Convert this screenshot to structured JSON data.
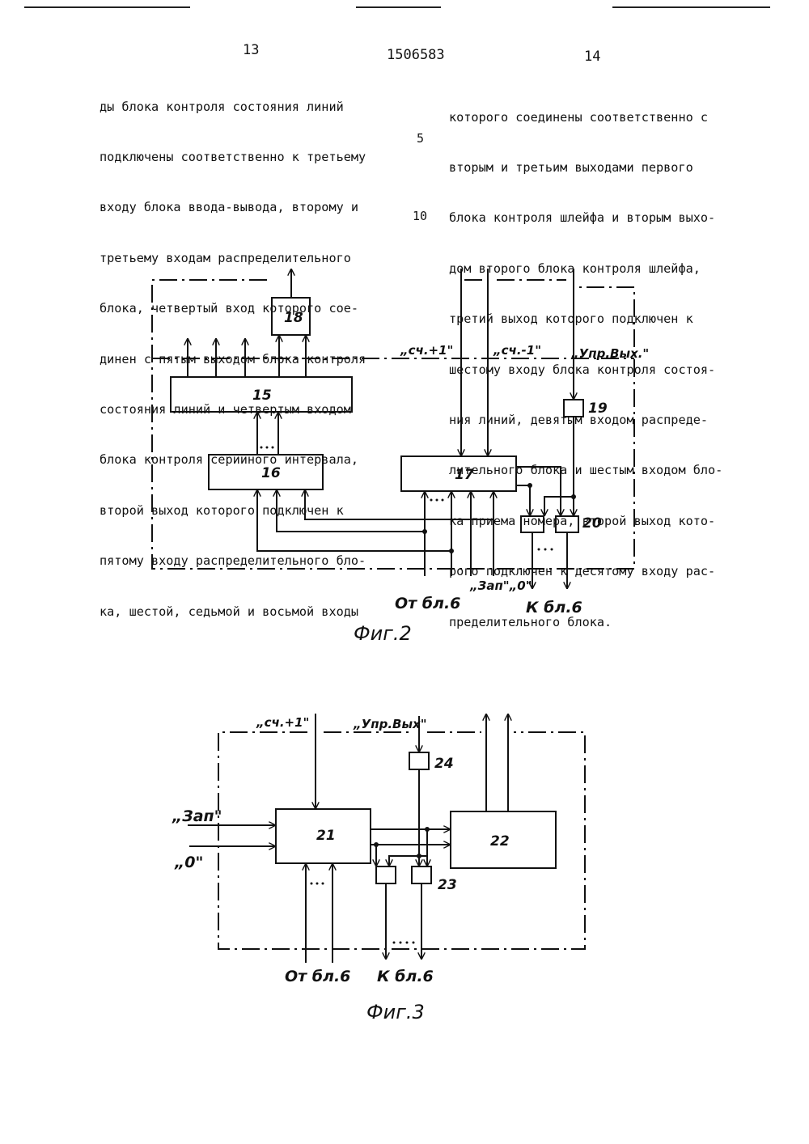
{
  "header": {
    "page_left": "13",
    "patent_number": "1506583",
    "page_right": "14"
  },
  "text": {
    "left_column": [
      "ды блока контроля состояния линий",
      "подключены соответственно к третьему",
      "входу блока ввода-вывода, второму и",
      "третьему входам распределительного",
      "блока, четвертый вход которого сое-",
      "динен с пятым выходом блока контроля",
      "состояния линий и четвертым входом",
      "блока контроля серийного интервала,",
      "второй выход которого подключен к",
      "пятому входу распределительного бло-",
      "ка, шестой, седьмой и восьмой входы"
    ],
    "right_column": [
      "которого соединены соответственно с",
      "вторым и третьим выходами первого",
      "блока контроля шлейфа и вторым выхо-",
      "дом второго блока контроля шлейфа,",
      "третий выход которого подключен к",
      "шестому входу блока контроля состоя-",
      "ния линий, девятым входом распреде-",
      "лительного блока и шестым входом бло-",
      "ка приема номера, второй выход кото-",
      "рого подключен к десятому входу рас-",
      "пределительного блока."
    ],
    "line_number_5": "5",
    "line_number_10": "10"
  },
  "figure2": {
    "caption": "Фиг.2",
    "blocks": {
      "b15": "15",
      "b16": "16",
      "b17": "17",
      "b18": "18",
      "b19": "19",
      "b20": "20"
    },
    "signals": {
      "sch_plus": "„сч.+1\"",
      "sch_minus": "„сч.-1\"",
      "upr_vyh": "„Упр.Вых.\"",
      "zap_zero": "„Зап\"„0\""
    },
    "from_label": "От бл.6",
    "to_label": "К бл.6"
  },
  "figure3": {
    "caption": "Фиг.3",
    "blocks": {
      "b21": "21",
      "b22": "22",
      "b23": "23",
      "b24": "24"
    },
    "signals": {
      "sch_plus": "„сч.+1\"",
      "upr_vyh": "„Упр.Вых\"",
      "zap": "„Зап\"",
      "zero": "„0\""
    },
    "from_label": "От бл.6",
    "to_label": "К бл.6"
  }
}
